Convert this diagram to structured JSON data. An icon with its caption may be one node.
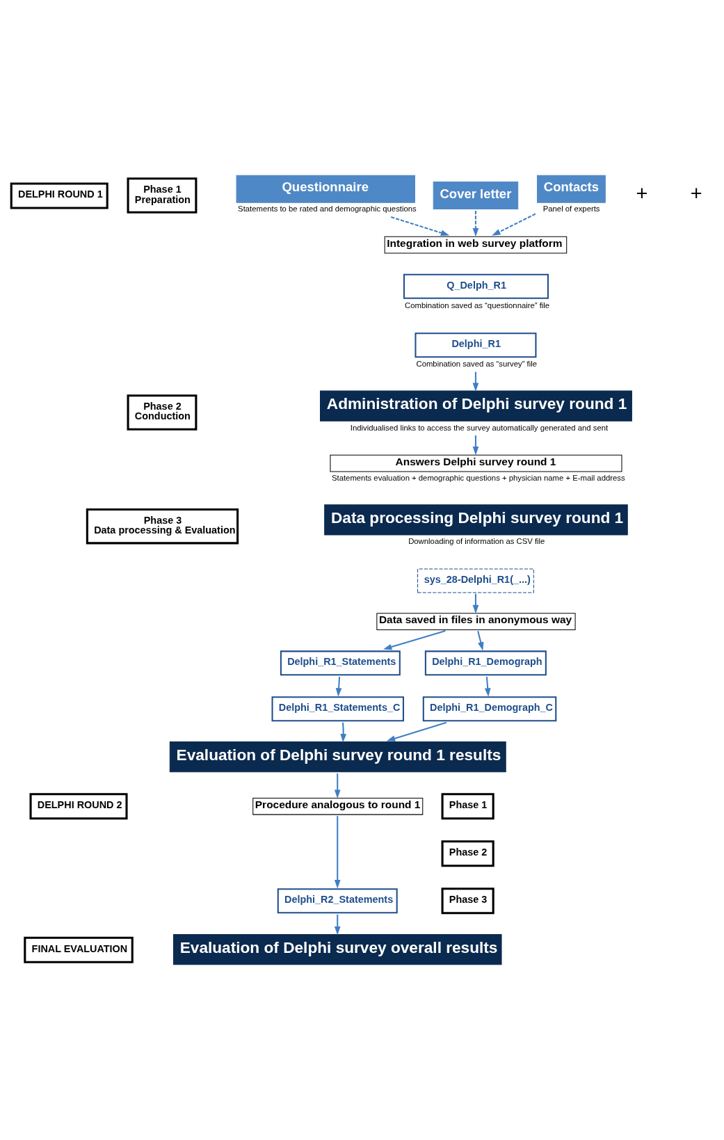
{
  "diagram": {
    "nodes": [
      {
        "text": [
          "DELPHI ROUND 1"
        ]
      },
      {
        "text": [
          "Phase 1",
          "Preparation"
        ]
      },
      {
        "text": [
          "Phase 2",
          "Conduction"
        ]
      },
      {
        "text": [
          "Phase 3",
          "Data processing & Evaluation"
        ]
      },
      {
        "text": [
          "Questionnaire"
        ],
        "beside": [
          "Statements to be rated and demographic questions"
        ]
      },
      {
        "text": [
          "Cover letter"
        ]
      },
      {
        "text": [
          "Contacts"
        ],
        "beside": [
          "Panel of experts"
        ]
      },
      {
        "text": [
          "Integration in web survey platform"
        ]
      },
      {
        "text": [
          "Q_Delph_R1"
        ],
        "beside": [
          "Combination saved as “questionnaire” file"
        ]
      },
      {
        "text": [
          "Delphi_R1"
        ],
        "beside": [
          "Combination saved as “survey” file"
        ]
      },
      {
        "text": [
          "Administration of Delphi survey round 1"
        ],
        "beside": [
          "Individualised links to access the survey automatically generated and sent"
        ]
      },
      {
        "text": [
          "Answers Delphi survey round 1"
        ],
        "beside": [
          "Statements evaluation + demographic questions + physician name + E-mail address"
        ]
      },
      {
        "text": [
          "Data processing Delphi survey round 1"
        ],
        "beside": [
          "Downloading of information as CSV file"
        ]
      },
      {
        "text": [
          "sys_28-Delphi_R1(_...)"
        ]
      },
      {
        "text": [
          "Data saved in files in anonymous way"
        ]
      },
      {
        "text": [
          "Delphi_R1_Statements"
        ]
      },
      {
        "text": [
          "Delphi_R1_Demograph"
        ]
      },
      {
        "text": [
          "Delphi_R1_Statements_C"
        ]
      },
      {
        "text": [
          "Delphi_R1_Demograph_C"
        ]
      },
      {
        "text": [
          "Evaluation of Delphi survey round 1 results"
        ]
      },
      {
        "text": [
          "DELPHI ROUND 2"
        ]
      },
      {
        "text": [
          "Phase 1"
        ]
      },
      {
        "text": [
          "Phase 2"
        ]
      },
      {
        "text": [
          "Phase 3"
        ]
      },
      {
        "text": [
          "Procedure analogous to round 1"
        ]
      },
      {
        "text": [
          "Delphi_R2_Statements"
        ]
      },
      {
        "text": [
          "FINAL EVALUATION"
        ]
      },
      {
        "text": [
          "Evaluation of Delphi survey overall results"
        ]
      }
    ],
    "edges": [
      {
        "from": 4,
        "to": 7,
        "arrow": "to",
        "style": "dashed"
      },
      {
        "from": 5,
        "to": 7,
        "arrow": "to",
        "style": "dashed"
      },
      {
        "from": 6,
        "to": 7,
        "arrow": "to",
        "style": "dashed"
      },
      {
        "from": 9,
        "to": 10,
        "arrow": "to"
      },
      {
        "from": 10,
        "to": 11,
        "arrow": "to"
      },
      {
        "from": 13,
        "to": 14,
        "arrow": "to"
      },
      {
        "from": 14,
        "to": 15,
        "arrow": "to"
      },
      {
        "from": 14,
        "to": 16,
        "arrow": "to"
      },
      {
        "from": 15,
        "to": 17,
        "arrow": "to"
      },
      {
        "from": 16,
        "to": 18,
        "arrow": "to"
      },
      {
        "from": 17,
        "to": 19,
        "arrow": "to"
      },
      {
        "from": 18,
        "to": 19,
        "arrow": "to"
      },
      {
        "from": 19,
        "to": 24,
        "arrow": "to"
      },
      {
        "from": 24,
        "to": 25,
        "arrow": "to"
      },
      {
        "from": 25,
        "to": 27,
        "arrow": "to"
      }
    ],
    "labels": [
      "+",
      "+"
    ]
  }
}
